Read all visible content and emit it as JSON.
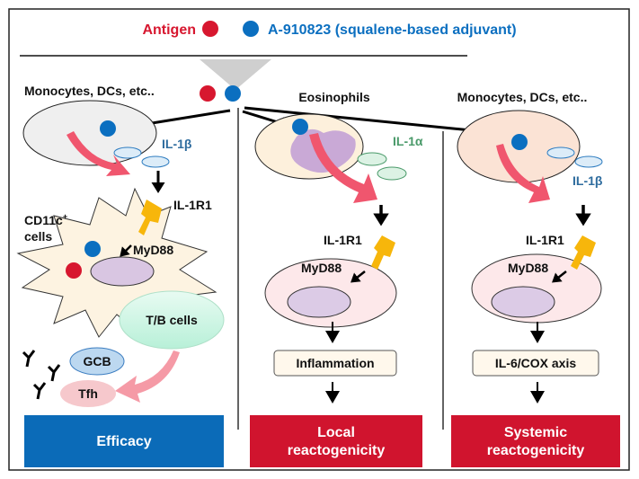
{
  "legend": {
    "antigen_label": "Antigen",
    "adjuvant_label": "A-910823 (squalene-based adjuvant)",
    "antigen_color": "#d7172f",
    "adjuvant_color": "#0b6fc0"
  },
  "left": {
    "cell_title": "Monocytes, DCs, etc..",
    "cytokine": "IL-1β",
    "receptor": "IL-1R1",
    "cd11c_line1": "CD11c",
    "cd11c_sup": "+",
    "cd11c_line2": "cells",
    "adaptor": "MyD88",
    "tb_cells": "T/B cells",
    "gcb": "GCB",
    "tfh": "Tfh",
    "outcome": "Efficacy",
    "outcome_color": "#0b6bb8"
  },
  "middle": {
    "cell_title": "Eosinophils",
    "cytokine": "IL-1α",
    "receptor": "IL-1R1",
    "adaptor": "MyD88",
    "process": "Inflammation",
    "outcome_line1": "Local",
    "outcome_line2": "reactogenicity",
    "outcome_color": "#d0142e"
  },
  "right": {
    "cell_title": "Monocytes, DCs, etc..",
    "cytokine": "IL-1β",
    "receptor": "IL-1R1",
    "adaptor": "MyD88",
    "process": "IL-6/COX axis",
    "outcome_line1": "Systemic",
    "outcome_line2": "reactogenicity",
    "outcome_color": "#d0142e"
  }
}
